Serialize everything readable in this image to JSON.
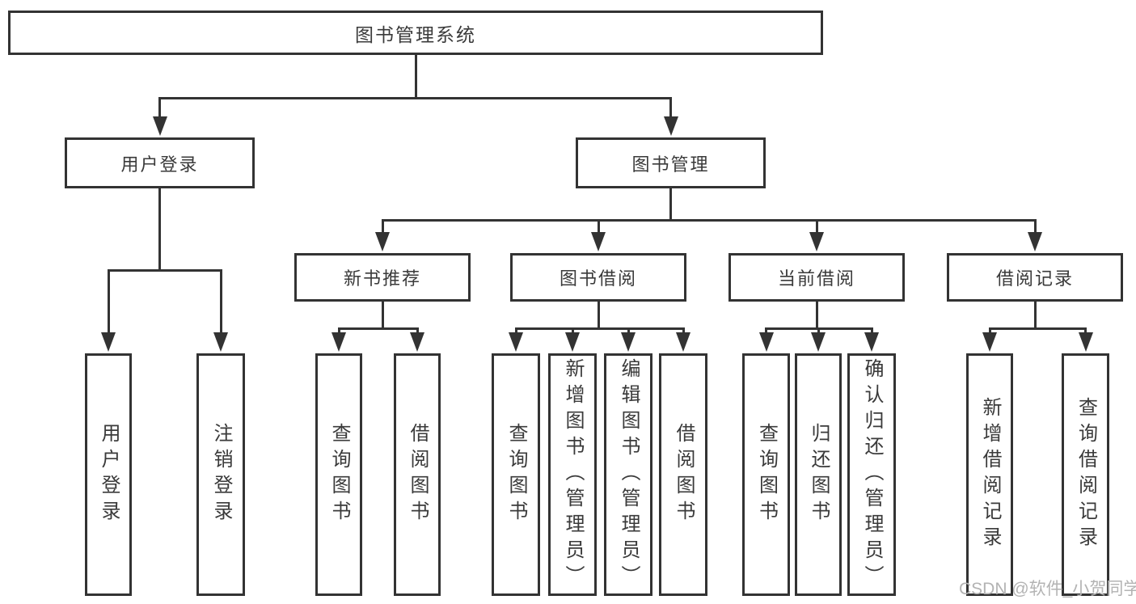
{
  "diagram_title": "图书管理系统",
  "watermark": "CSDN @软件_小贺同学",
  "colors": {
    "line": "#333333",
    "text": "#3a3a3a",
    "background": "#ffffff",
    "watermark": "#b3b3b3"
  },
  "nodes": [
    {
      "id": "root",
      "label": "图书管理系统",
      "parent": null
    },
    {
      "id": "user-login",
      "label": "用户登录",
      "parent": "root"
    },
    {
      "id": "book-mgmt",
      "label": "图书管理",
      "parent": "root"
    },
    {
      "id": "new-book-rec",
      "label": "新书推荐",
      "parent": "book-mgmt"
    },
    {
      "id": "book-borrow",
      "label": "图书借阅",
      "parent": "book-mgmt"
    },
    {
      "id": "current-borrow",
      "label": "当前借阅",
      "parent": "book-mgmt"
    },
    {
      "id": "borrow-record",
      "label": "借阅记录",
      "parent": "book-mgmt"
    },
    {
      "id": "leaf-login",
      "label": "用户登录",
      "parent": "user-login"
    },
    {
      "id": "leaf-logout",
      "label": "注销登录",
      "parent": "user-login"
    },
    {
      "id": "rec-query",
      "label": "查询图书",
      "parent": "new-book-rec"
    },
    {
      "id": "rec-borrow",
      "label": "借阅图书",
      "parent": "new-book-rec"
    },
    {
      "id": "bb-query",
      "label": "查询图书",
      "parent": "book-borrow"
    },
    {
      "id": "bb-add",
      "label": "新增图书（管理员）",
      "parent": "book-borrow"
    },
    {
      "id": "bb-edit",
      "label": "编辑图书（管理员）",
      "parent": "book-borrow"
    },
    {
      "id": "bb-borrow",
      "label": "借阅图书",
      "parent": "book-borrow"
    },
    {
      "id": "cb-query",
      "label": "查询图书",
      "parent": "current-borrow"
    },
    {
      "id": "cb-return",
      "label": "归还图书",
      "parent": "current-borrow"
    },
    {
      "id": "cb-confirm",
      "label": "确认归还（管理员）",
      "parent": "current-borrow"
    },
    {
      "id": "br-add",
      "label": "新增借阅记录",
      "parent": "borrow-record"
    },
    {
      "id": "br-query",
      "label": "查询借阅记录",
      "parent": "borrow-record"
    }
  ]
}
